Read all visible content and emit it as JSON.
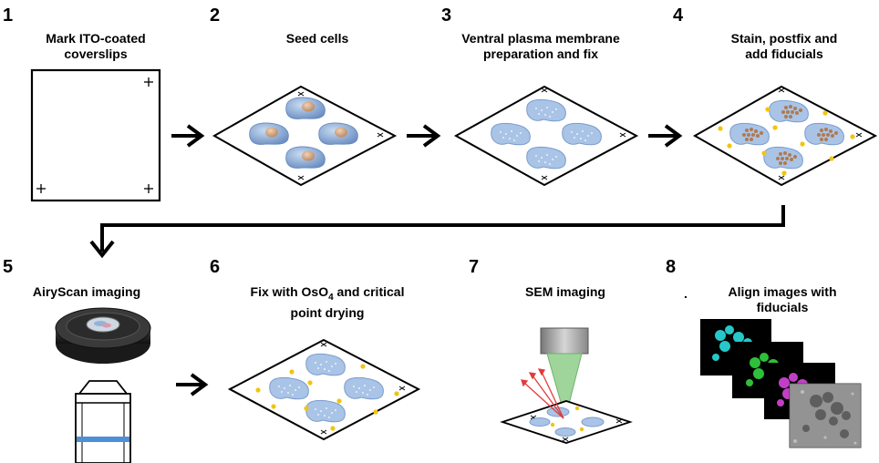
{
  "steps": [
    {
      "number": "1",
      "title_lines": [
        "Mark ITO-coated",
        "coverslips"
      ]
    },
    {
      "number": "2",
      "title_lines": [
        "Seed cells"
      ]
    },
    {
      "number": "3",
      "title_lines": [
        "Ventral plasma membrane",
        "preparation and fix"
      ]
    },
    {
      "number": "4",
      "title_lines": [
        "Stain, postfix and",
        "add fiducials"
      ]
    },
    {
      "number": "5",
      "title_lines": [
        "AiryScan imaging"
      ]
    },
    {
      "number": "6",
      "title_pre": "Fix with OsO",
      "title_sub": "4",
      "title_post": " and critical",
      "title_line2": "point drying"
    },
    {
      "number": "7",
      "title_lines": [
        "SEM imaging"
      ]
    },
    {
      "number": "8",
      "title_lines": [
        "Align images with",
        "fiducials"
      ]
    }
  ],
  "stray_mark": ".",
  "colors": {
    "cell_blue": "#a9c4e6",
    "cell_blue_dark": "#5e86bd",
    "nucleus": "#c99c7a",
    "fiducial": "#f1c40f",
    "stain_dot": "#b07a50",
    "beam_green": "#9fd59a",
    "laser_red": "#e23b3b",
    "lens_blue": "#4f8fd6"
  }
}
